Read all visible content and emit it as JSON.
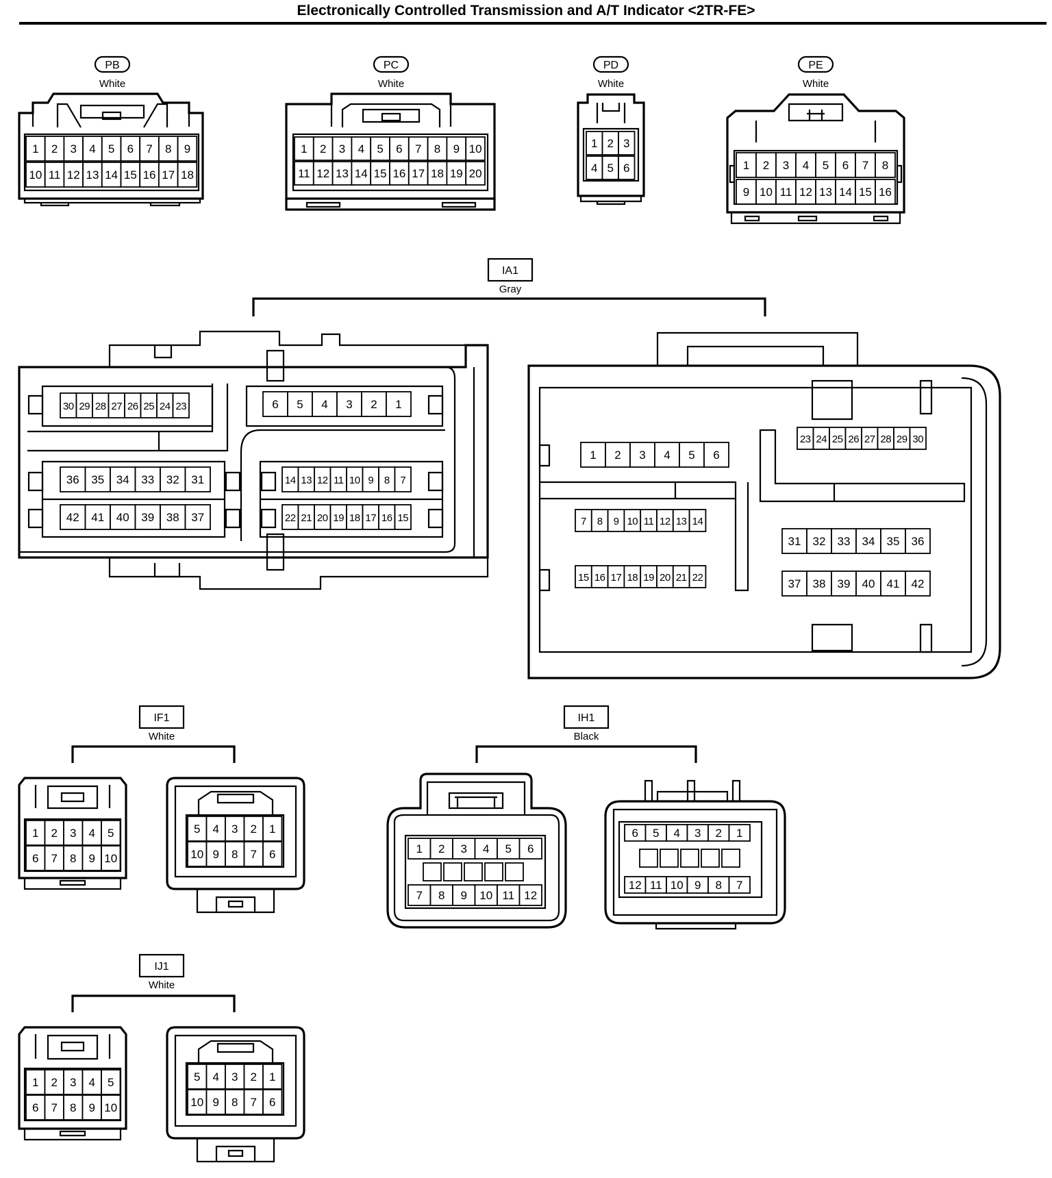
{
  "title": "Electronically Controlled Transmission and A/T Indicator <2TR-FE>",
  "connectors": {
    "pb": {
      "code": "PB",
      "color": "White",
      "row1": [
        "1",
        "2",
        "3",
        "4",
        "5",
        "6",
        "7",
        "8",
        "9"
      ],
      "row2": [
        "10",
        "11",
        "12",
        "13",
        "14",
        "15",
        "16",
        "17",
        "18"
      ]
    },
    "pc": {
      "code": "PC",
      "color": "White",
      "row1": [
        "1",
        "2",
        "3",
        "4",
        "5",
        "6",
        "7",
        "8",
        "9",
        "10"
      ],
      "row2": [
        "11",
        "12",
        "13",
        "14",
        "15",
        "16",
        "17",
        "18",
        "19",
        "20"
      ]
    },
    "pd": {
      "code": "PD",
      "color": "White",
      "row1": [
        "1",
        "2",
        "3"
      ],
      "row2": [
        "4",
        "5",
        "6"
      ]
    },
    "pe": {
      "code": "PE",
      "color": "White",
      "row1": [
        "1",
        "2",
        "3",
        "4",
        "5",
        "6",
        "7",
        "8"
      ],
      "row2": [
        "9",
        "10",
        "11",
        "12",
        "13",
        "14",
        "15",
        "16"
      ]
    },
    "ia1": {
      "code": "IA1",
      "color": "Gray",
      "left": {
        "block_a": [
          "30",
          "29",
          "28",
          "27",
          "26",
          "25",
          "24",
          "23"
        ],
        "block_b": [
          "6",
          "5",
          "4",
          "3",
          "2",
          "1"
        ],
        "block_c": [
          "36",
          "35",
          "34",
          "33",
          "32",
          "31"
        ],
        "block_d": [
          "42",
          "41",
          "40",
          "39",
          "38",
          "37"
        ],
        "block_e": [
          "14",
          "13",
          "12",
          "11",
          "10",
          "9",
          "8",
          "7"
        ],
        "block_f": [
          "22",
          "21",
          "20",
          "19",
          "18",
          "17",
          "16",
          "15"
        ]
      },
      "right": {
        "block_a": [
          "1",
          "2",
          "3",
          "4",
          "5",
          "6"
        ],
        "block_b": [
          "23",
          "24",
          "25",
          "26",
          "27",
          "28",
          "29",
          "30"
        ],
        "block_c": [
          "7",
          "8",
          "9",
          "10",
          "11",
          "12",
          "13",
          "14"
        ],
        "block_d": [
          "31",
          "32",
          "33",
          "34",
          "35",
          "36"
        ],
        "block_e": [
          "15",
          "16",
          "17",
          "18",
          "19",
          "20",
          "21",
          "22"
        ],
        "block_f": [
          "37",
          "38",
          "39",
          "40",
          "41",
          "42"
        ]
      }
    },
    "if1": {
      "code": "IF1",
      "color": "White",
      "left_row1": [
        "1",
        "2",
        "3",
        "4",
        "5"
      ],
      "left_row2": [
        "6",
        "7",
        "8",
        "9",
        "10"
      ],
      "right_row1": [
        "5",
        "4",
        "3",
        "2",
        "1"
      ],
      "right_row2": [
        "10",
        "9",
        "8",
        "7",
        "6"
      ]
    },
    "ih1": {
      "code": "IH1",
      "color": "Black",
      "left_row1": [
        "1",
        "2",
        "3",
        "4",
        "5",
        "6"
      ],
      "left_row2": [
        "7",
        "8",
        "9",
        "10",
        "11",
        "12"
      ],
      "right_row1": [
        "6",
        "5",
        "4",
        "3",
        "2",
        "1"
      ],
      "right_row2": [
        "12",
        "11",
        "10",
        "9",
        "8",
        "7"
      ]
    },
    "ij1": {
      "code": "IJ1",
      "color": "White",
      "left_row1": [
        "1",
        "2",
        "3",
        "4",
        "5"
      ],
      "left_row2": [
        "6",
        "7",
        "8",
        "9",
        "10"
      ],
      "right_row1": [
        "5",
        "4",
        "3",
        "2",
        "1"
      ],
      "right_row2": [
        "10",
        "9",
        "8",
        "7",
        "6"
      ]
    }
  }
}
